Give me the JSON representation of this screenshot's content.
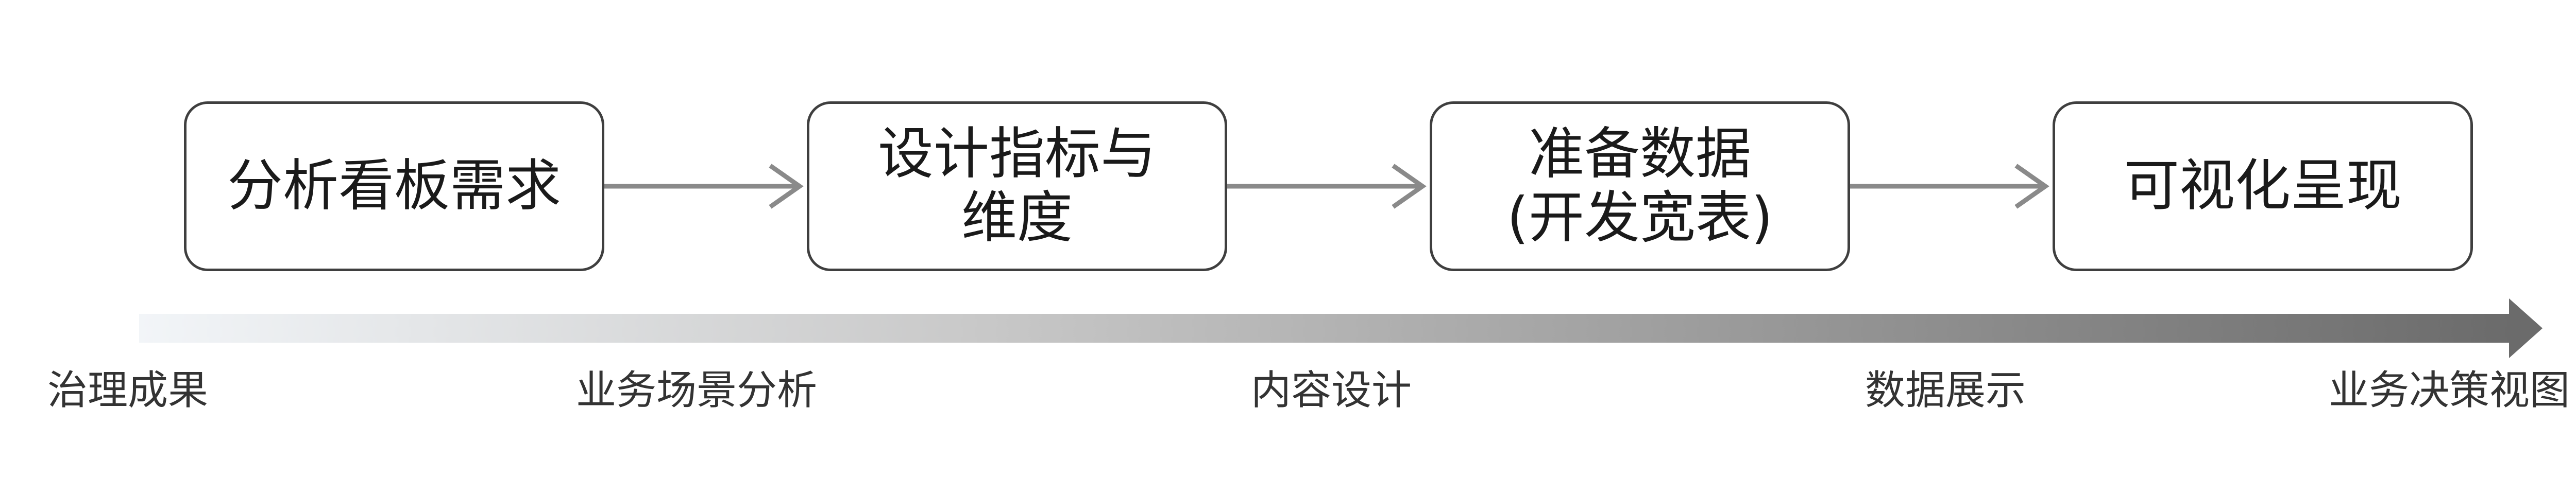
{
  "steps": [
    {
      "line1": "分析看板需求",
      "line2": ""
    },
    {
      "line1": "设计指标与",
      "line2": "维度"
    },
    {
      "line1": "准备数据",
      "line2": "(开发宽表)"
    },
    {
      "line1": "可视化呈现",
      "line2": ""
    }
  ],
  "stages": [
    "治理成果",
    "业务场景分析",
    "内容设计",
    "数据展示",
    "业务决策视图"
  ],
  "colors": {
    "box_border": "#3f3f3f",
    "connector": "#8a8a8a",
    "gradient_start": "#f2f5f8",
    "gradient_end": "#6b6b6b",
    "text": "#1a1a1a",
    "stage_text": "#333333"
  }
}
